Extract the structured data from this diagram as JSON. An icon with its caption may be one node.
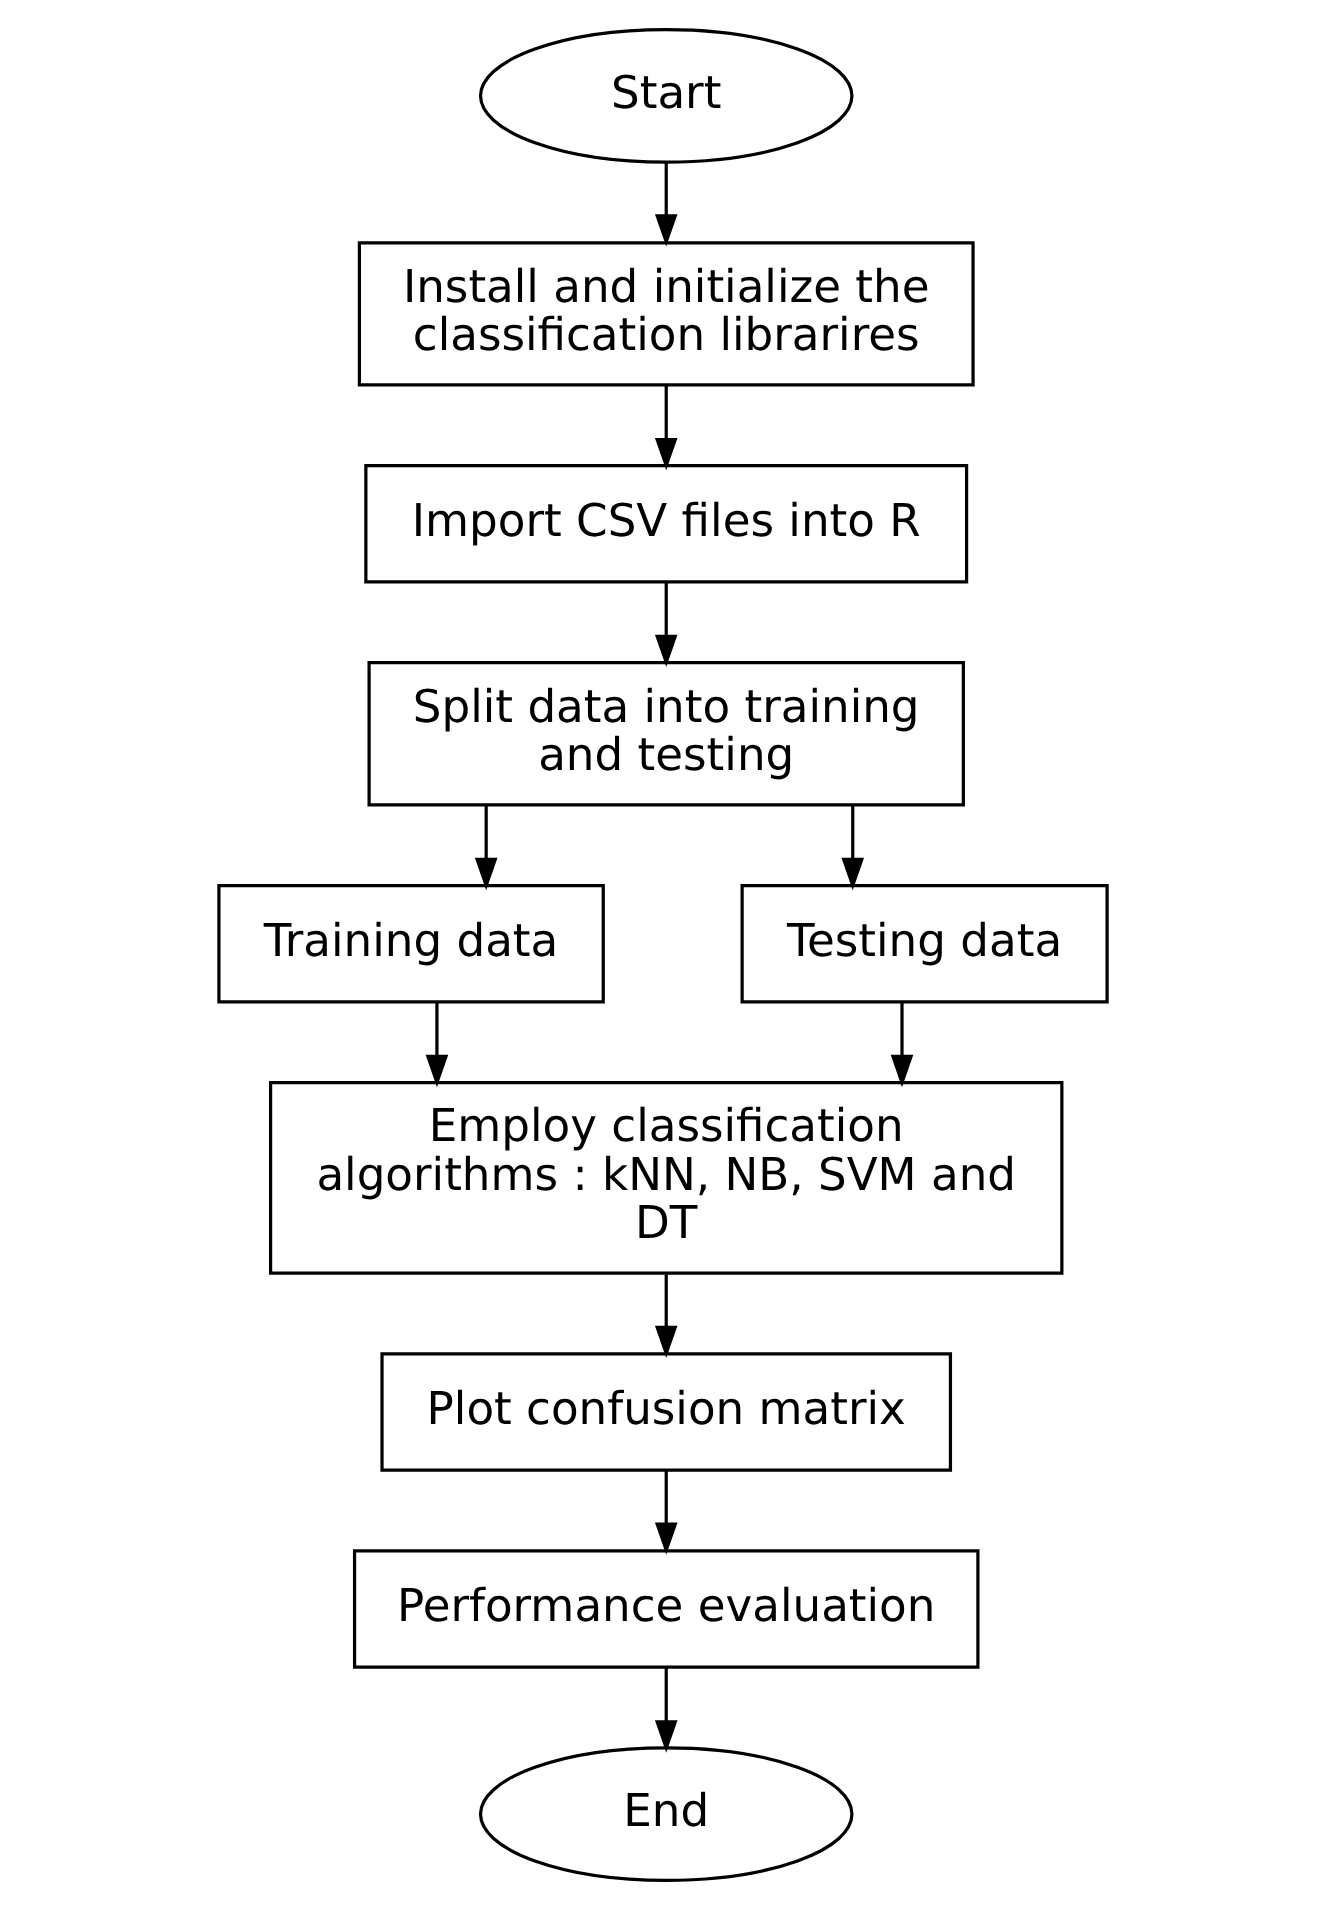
{
  "diagram": {
    "nodes": [
      {
        "text": [
          "Start"
        ]
      },
      {
        "text": [
          "Install and initialize the classification librarires"
        ]
      },
      {
        "text": [
          "Import CSV files into R"
        ]
      },
      {
        "text": [
          "Split data into training and testing"
        ]
      },
      {
        "text": [
          "Training data"
        ]
      },
      {
        "text": [
          "Testing data"
        ]
      },
      {
        "text": [
          "Employ classification algorithms : kNN, NB, SVM and DT"
        ]
      },
      {
        "text": [
          "Plot confusion matrix"
        ]
      },
      {
        "text": [
          "Performance evaluation"
        ]
      },
      {
        "text": [
          "End"
        ]
      }
    ],
    "edges": [
      {
        "from": 0,
        "to": 1,
        "arrow": "to"
      },
      {
        "from": 1,
        "to": 2,
        "arrow": "to"
      },
      {
        "from": 2,
        "to": 3,
        "arrow": "to"
      },
      {
        "from": 3,
        "to": 4,
        "arrow": "to"
      },
      {
        "from": 3,
        "to": 5,
        "arrow": "to"
      },
      {
        "from": 4,
        "to": 6,
        "arrow": "to"
      },
      {
        "from": 5,
        "to": 6,
        "arrow": "to"
      },
      {
        "from": 6,
        "to": 7,
        "arrow": "to"
      },
      {
        "from": 7,
        "to": 8,
        "arrow": "to"
      },
      {
        "from": 8,
        "to": 9,
        "arrow": "to"
      }
    ]
  }
}
